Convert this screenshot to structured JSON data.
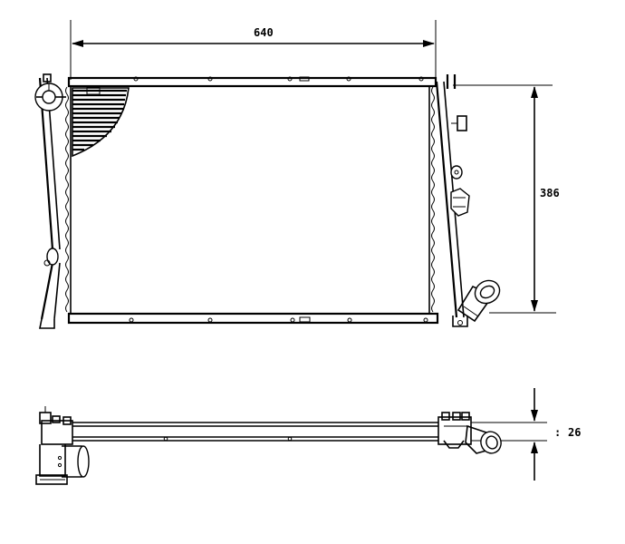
{
  "dimensions": {
    "width_label": "640",
    "height_label": "386",
    "depth_label": "26",
    "depth_prefix": ":"
  },
  "colors": {
    "line": "#000000",
    "background": "#ffffff"
  }
}
